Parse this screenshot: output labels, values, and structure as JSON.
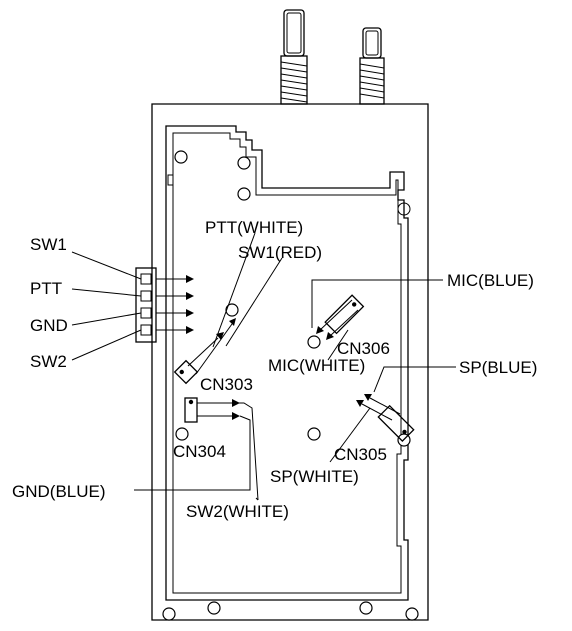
{
  "labels": {
    "sw1": "SW1",
    "ptt": "PTT",
    "gnd": "GND",
    "sw2": "SW2",
    "ptt_white": "PTT(WHITE)",
    "sw1_red": "SW1(RED)",
    "mic_blue": "MIC(BLUE)",
    "cn306": "CN306",
    "mic_white": "MIC(WHITE)",
    "sp_blue": "SP(BLUE)",
    "cn303": "CN303",
    "cn304": "CN304",
    "cn305": "CN305",
    "sp_white": "SP(WHITE)",
    "gnd_blue": "GND(BLUE)",
    "sw2_white": "SW2(WHITE)"
  },
  "colors": {
    "line": "#000000",
    "background": "#ffffff"
  }
}
